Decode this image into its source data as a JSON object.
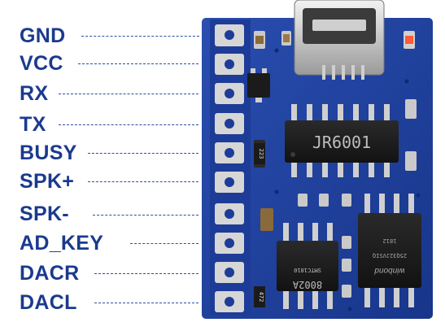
{
  "pins": [
    {
      "label": "GND"
    },
    {
      "label": "VCC"
    },
    {
      "label": "RX"
    },
    {
      "label": "TX"
    },
    {
      "label": "BUSY"
    },
    {
      "label": "SPK+"
    },
    {
      "label": "SPK-"
    },
    {
      "label": "AD_KEY"
    },
    {
      "label": "DACR"
    },
    {
      "label": "DACL"
    }
  ],
  "chips": {
    "main": {
      "marking": "JR6001"
    },
    "amp": {
      "line1": "8002A",
      "line2": "SMTC1810"
    },
    "flash": {
      "brand": "winbond",
      "line1": "25Q32JVSIQ",
      "line2": "1812"
    }
  },
  "resistors": {
    "r1": "223",
    "r2": "472"
  },
  "colors": {
    "label_text": "#1b3a8e",
    "board": "#1f3f9c",
    "chip": "#1b1b1b",
    "pad": "#d6d6d6"
  }
}
